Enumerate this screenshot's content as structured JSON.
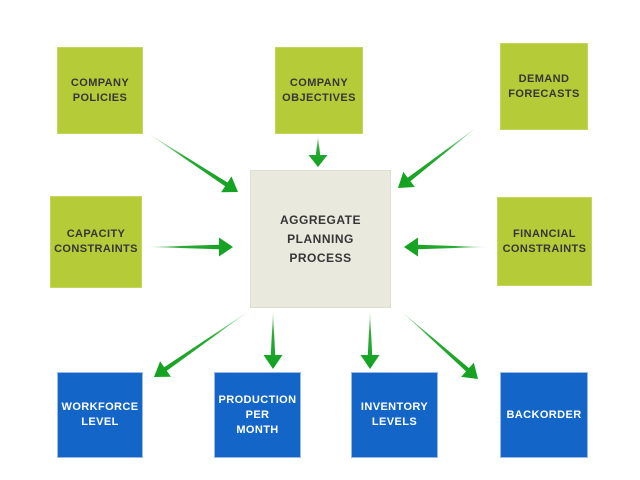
{
  "diagram": {
    "center": {
      "id": "aggregate-planning-process",
      "label": "AGGREGATE\nPLANNING\nPROCESS"
    },
    "inputs": [
      {
        "id": "company-policies",
        "label": "COMPANY\nPOLICIES"
      },
      {
        "id": "company-objectives",
        "label": "COMPANY\nOBJECTIVES"
      },
      {
        "id": "demand-forecasts",
        "label": "DEMAND\nFORECASTS"
      },
      {
        "id": "capacity-constraints",
        "label": "CAPACITY\nCONSTRAINTS"
      },
      {
        "id": "financial-constraints",
        "label": "FINANCIAL\nCONSTRAINTS"
      }
    ],
    "outputs": [
      {
        "id": "workforce-level",
        "label": "WORKFORCE\nLEVEL"
      },
      {
        "id": "production-per-month",
        "label": "PRODUCTION\nPER\nMONTH"
      },
      {
        "id": "inventory-levels",
        "label": "INVENTORY\nLEVELS"
      },
      {
        "id": "backorder",
        "label": "BACKORDER"
      }
    ],
    "connections": [
      {
        "from": "company-policies",
        "to": "aggregate-planning-process"
      },
      {
        "from": "company-objectives",
        "to": "aggregate-planning-process"
      },
      {
        "from": "demand-forecasts",
        "to": "aggregate-planning-process"
      },
      {
        "from": "capacity-constraints",
        "to": "aggregate-planning-process"
      },
      {
        "from": "financial-constraints",
        "to": "aggregate-planning-process"
      },
      {
        "from": "aggregate-planning-process",
        "to": "workforce-level"
      },
      {
        "from": "aggregate-planning-process",
        "to": "production-per-month"
      },
      {
        "from": "aggregate-planning-process",
        "to": "inventory-levels"
      },
      {
        "from": "aggregate-planning-process",
        "to": "backorder"
      }
    ],
    "colors": {
      "input_box": "#b5cc38",
      "output_box": "#1366c8",
      "center_box": "#e9e9de",
      "arrow": "#12a11f",
      "input_text": "#363636",
      "output_text": "#ffffff"
    }
  }
}
